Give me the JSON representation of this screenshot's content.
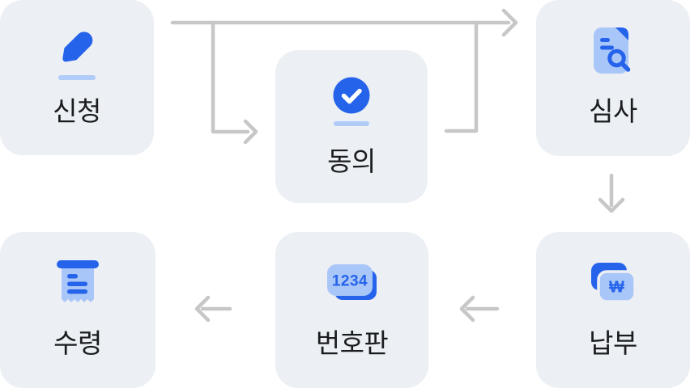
{
  "diagram": {
    "steps": [
      {
        "label": "신청",
        "icon": "pen-icon"
      },
      {
        "label": "동의",
        "icon": "check-circle-icon"
      },
      {
        "label": "심사",
        "icon": "document-search-icon"
      },
      {
        "label": "납부",
        "icon": "payment-cards-icon",
        "symbol": "₩"
      },
      {
        "label": "번호판",
        "icon": "license-plate-icon",
        "plate_number": "1234"
      },
      {
        "label": "수령",
        "icon": "receipt-icon"
      }
    ],
    "edges": [
      {
        "from": "신청",
        "to": "동의"
      },
      {
        "from": "동의",
        "to": "심사"
      },
      {
        "from": "신청",
        "to": "심사"
      },
      {
        "from": "심사",
        "to": "납부"
      },
      {
        "from": "납부",
        "to": "번호판"
      },
      {
        "from": "번호판",
        "to": "수령"
      }
    ],
    "colors": {
      "card_bg": "#eceff3",
      "primary_blue": "#2563eb",
      "light_blue": "#a9c6f8",
      "underline_blue": "#b0ccf9",
      "arrow_gray": "#c7c7c8",
      "label_text": "#1a1c1f"
    }
  }
}
